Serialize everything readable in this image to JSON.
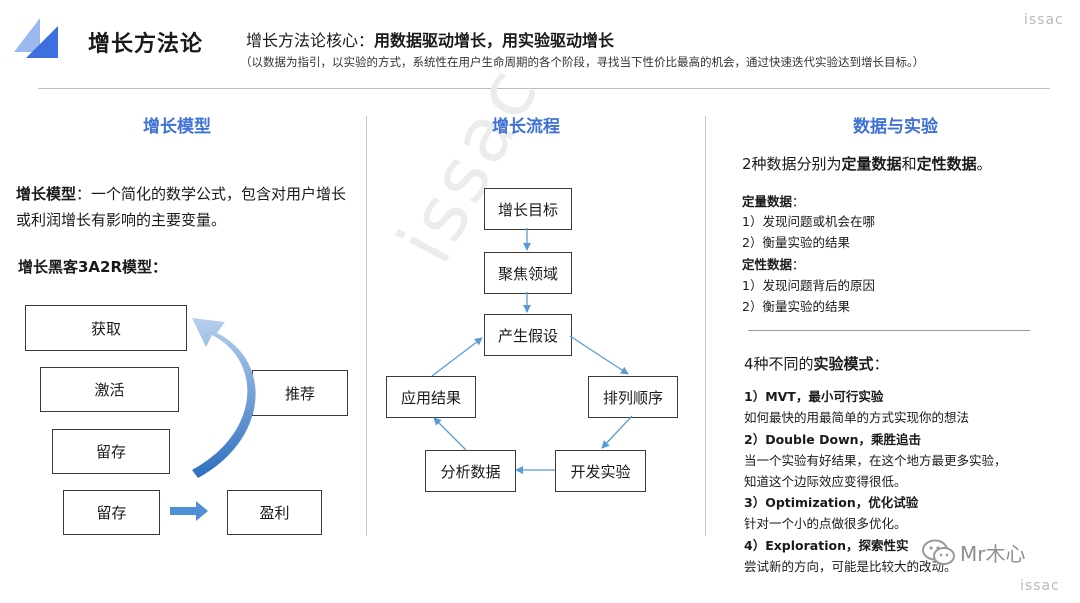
{
  "header": {
    "title": "增长方法论",
    "core_prefix": "增长方法论核心：",
    "core_bold": "用数据驱动增长，用实验驱动增长",
    "core_sub": "（以数据为指引，以实验的方式，系统性在用户生命周期的各个阶段，寻找当下性价比最高的机会，通过快速迭代实验达到增长目标。）",
    "watermark_top": "issac"
  },
  "left": {
    "title": "增长模型",
    "desc_bold": "增长模型",
    "desc_rest": "：一个简化的数学公式，包含对用户增长或利润增长有影响的主要变量。",
    "subtitle": "增长黑客3A2R模型：",
    "boxes": [
      "获取",
      "激活",
      "留存",
      "留存",
      "推荐",
      "盈利"
    ]
  },
  "middle": {
    "title": "增长流程",
    "nodes": [
      "增长目标",
      "聚焦领域",
      "产生假设",
      "排列顺序",
      "开发实验",
      "分析数据",
      "应用结果"
    ],
    "bg_watermark": "issac"
  },
  "right": {
    "title": "数据与实验",
    "intro_prefix": "2种数据分别为",
    "intro_b1": "定量数据",
    "intro_mid": "和",
    "intro_b2": "定性数据",
    "intro_end": "。",
    "quant_label": "定量数据",
    "quant_colon": "：",
    "quant_items": [
      "1）发现问题或机会在哪",
      "2）衡量实验的结果"
    ],
    "qual_label": "定性数据",
    "qual_colon": "：",
    "qual_items": [
      "1）发现问题背后的原因",
      "2）衡量实验的结果"
    ],
    "modes_prefix": "4种不同的",
    "modes_bold": "实验模式",
    "modes_end": "：",
    "mode1_title": "1）MVT，最小可行实验",
    "mode1_desc": "如何最快的用最简单的方式实现你的想法",
    "mode2_title": "2）Double Down，乘胜追击",
    "mode2_desc1": "当一个实验有好结果，在这个地方最更多实验，",
    "mode2_desc2": "知道这个边际效应变得很低。",
    "mode3_title": "3）Optimization，优化试验",
    "mode3_desc": "针对一个小的点做很多优化。",
    "mode4_title": "4）Exploration，探索性实",
    "mode4_desc": "尝试新的方向，可能是比较大的改动。"
  },
  "footer": {
    "wechat": "Mr木心",
    "watermark_bottom": "issac"
  },
  "colors": {
    "accent_blue": "#3f72d4",
    "arrow_blue": "#5b9bd5",
    "logo_light": "#9db8ef",
    "logo_dark": "#3d6fe0"
  }
}
